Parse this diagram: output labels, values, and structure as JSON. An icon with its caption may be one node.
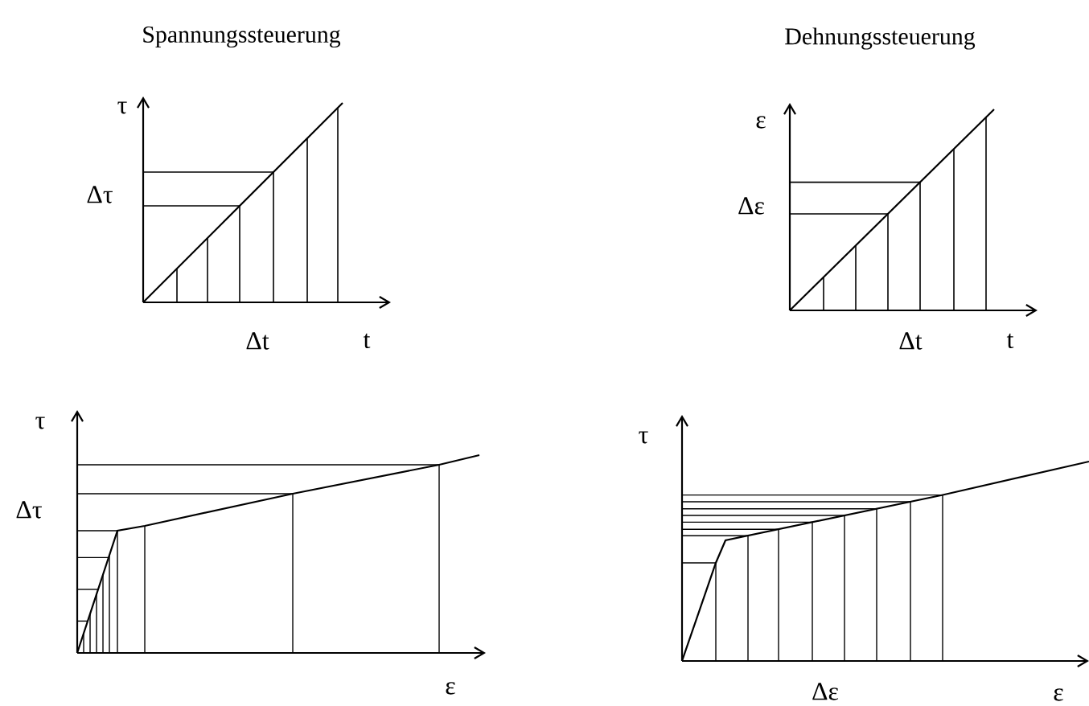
{
  "diagram": {
    "labels": [
      "Spannungssteuerung",
      "τ",
      "Δτ",
      "Δt",
      "t",
      "Dehnungssteuerung",
      "ε",
      "Δε",
      "Δt",
      "t",
      "τ",
      "Δτ",
      "ε",
      "τ",
      "Δε",
      "ε"
    ]
  }
}
